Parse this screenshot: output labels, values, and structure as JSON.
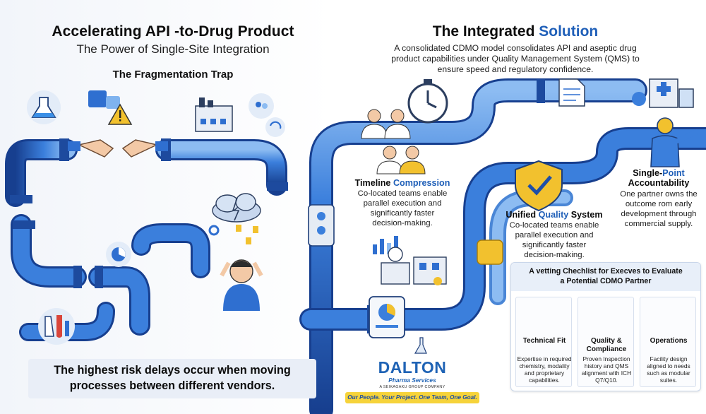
{
  "left": {
    "title": "Accelerating API -to-Drug Product",
    "subtitle": "The Power of Single-Site Integration",
    "section_title": "The Fragmentation Trap",
    "bottom_text_line1": "The highest risk delays occur when moving",
    "bottom_text_line2": "processes between different vendors."
  },
  "right": {
    "title_part1": "The Integrated ",
    "title_part2": "Solution",
    "intro_line1": "A consolidated CDMO model consolidates API and aseptic drug",
    "intro_line2": "product capabilities under Quality Management System (QMS) to",
    "intro_line3": "ensure speed and regulatory confidence."
  },
  "features": {
    "timeline": {
      "title_part1": "Timeline ",
      "title_part2": "Compression",
      "line1": "Co-located teams enable",
      "line2": "parallel execution and",
      "line3": "significantly faster",
      "line4": "decision-making."
    },
    "quality": {
      "title_part1": "Unified ",
      "title_part2": "Quality",
      "title_part3": " System",
      "line1": "Co-located teams enable",
      "line2": "parallel execution and",
      "line3": "significantly faster",
      "line4": "decision-making."
    },
    "accountability": {
      "title_part1": "Single-",
      "title_part2": "Point",
      "title_line2": "Accountability",
      "line1": "One partner owns the",
      "line2": "outcome rom early",
      "line3": "development through",
      "line4": "commercial supply."
    }
  },
  "checklist": {
    "title_line1": "A vetting Chechlist for Execves to Evaluate",
    "title_line2": "a Potential CDMO Partner",
    "columns": [
      {
        "name_line1": "Technical Fit",
        "name_line2": "",
        "desc_line1": "Expertise in required",
        "desc_line2": "chemistry, modality",
        "desc_line3": "and proprietary",
        "desc_line4": "capabilities."
      },
      {
        "name_line1": "Quality &",
        "name_line2": "Compliance",
        "desc_line1": "Proven Inspection",
        "desc_line2": "history and QMS",
        "desc_line3": "alignment with ICH",
        "desc_line4": "Q7/Q10."
      },
      {
        "name_line1": "Operations",
        "name_line2": "",
        "desc_line1": "Facility design",
        "desc_line2": "aligned to needs",
        "desc_line3": "such as modular",
        "desc_line4": "suites."
      }
    ]
  },
  "logo": {
    "name": "DALTON",
    "sub": "Pharma Services",
    "sub2": "A SEIKAGAKU GROUP COMPANY",
    "tagline": "Our People. Your Project. One Team, One Goal."
  },
  "colors": {
    "pipe_dark": "#1f4fa8",
    "pipe_mid": "#2f6fd0",
    "pipe_light": "#6fa6ea",
    "accent_text": "#1f5fb8",
    "gold": "#f2c12e",
    "panel_bg": "#e9eef7"
  }
}
